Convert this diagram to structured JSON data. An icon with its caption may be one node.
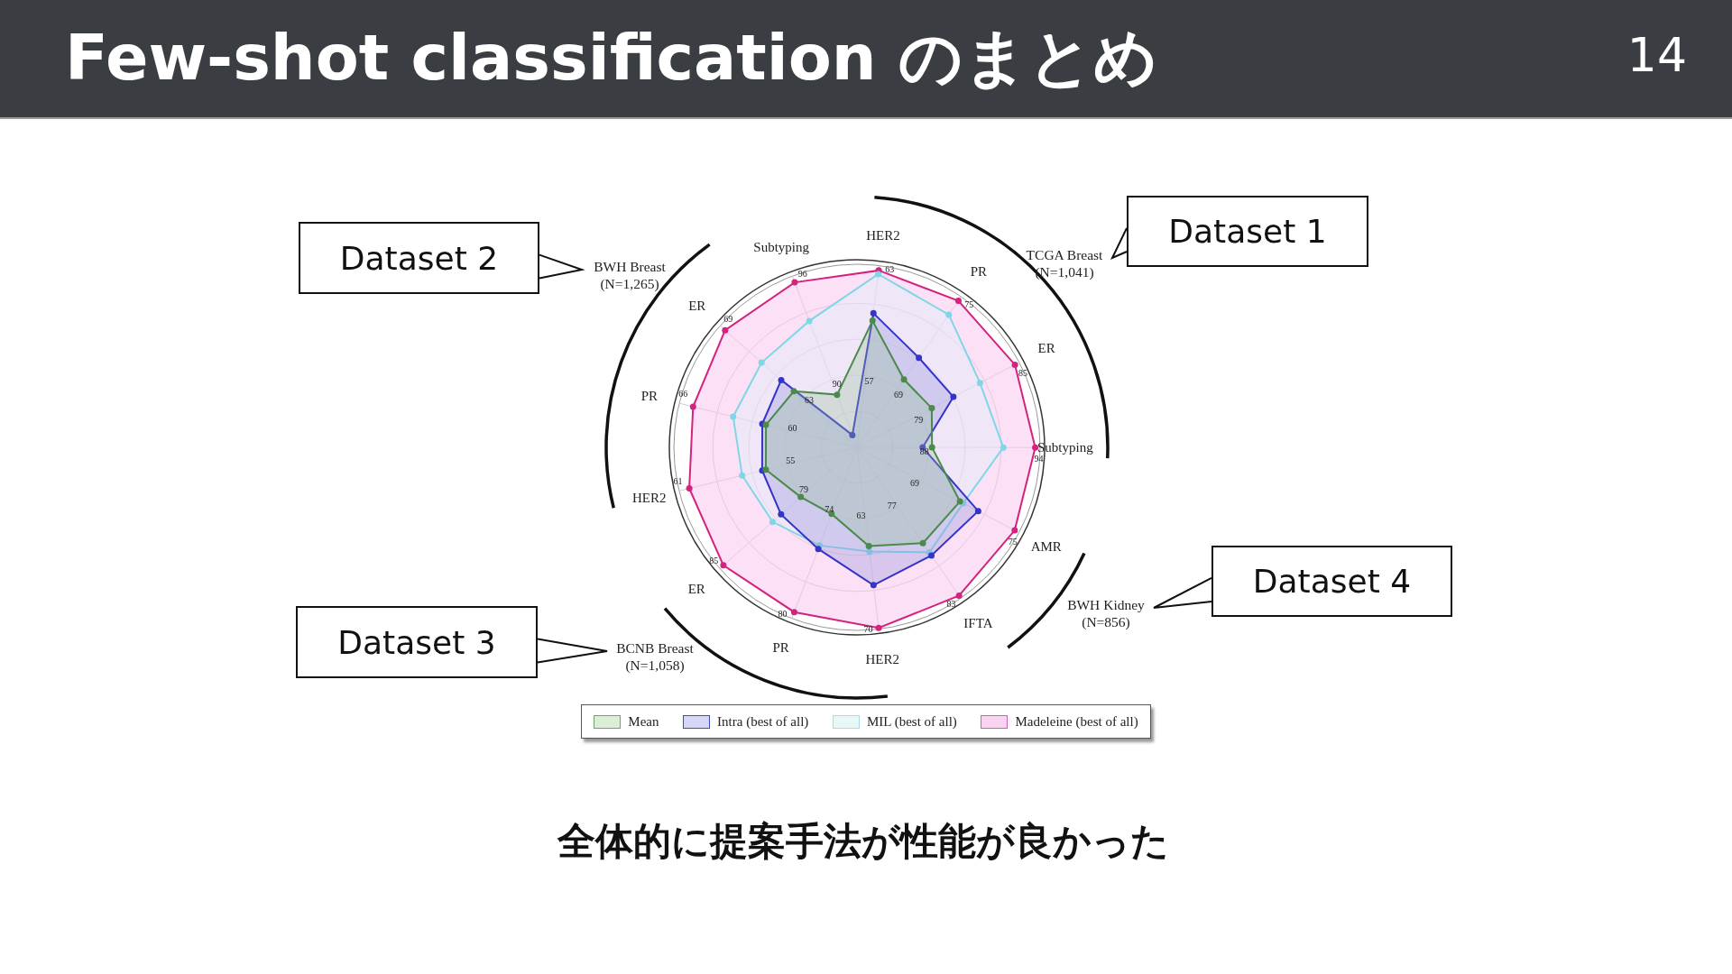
{
  "diagram": {
    "title": "Few-shot classification のまとめ",
    "caption": "全体的に提案手法が性能が良かった",
    "nodes": [
      {
        "text": [
          "Dataset 1"
        ]
      },
      {
        "text": [
          "TCGA Breast (N=1,041)"
        ]
      },
      {
        "text": [
          "Dataset 2"
        ]
      },
      {
        "text": [
          "BWH Breast (N=1,265)"
        ]
      },
      {
        "text": [
          "Dataset 3"
        ]
      },
      {
        "text": [
          "BCNB Breast (N=1,058)"
        ]
      },
      {
        "text": [
          "Dataset 4"
        ]
      },
      {
        "text": [
          "BWH Kidney (N=856)"
        ]
      }
    ],
    "edges": [
      {
        "from": 0,
        "to": 1,
        "arrow": "none"
      },
      {
        "from": 2,
        "to": 3,
        "arrow": "none"
      },
      {
        "from": 4,
        "to": 5,
        "arrow": "none"
      },
      {
        "from": 6,
        "to": 7,
        "arrow": "none"
      }
    ],
    "labels": [
      "14",
      "HER2",
      "PR",
      "ER",
      "Subtyping",
      "AMR",
      "IFTA",
      "HER2",
      "PR",
      "ER",
      "HER2",
      "PR",
      "ER",
      "Subtyping",
      "63",
      "75",
      "85",
      "94",
      "75",
      "83",
      "70",
      "80",
      "85",
      "61",
      "66",
      "69",
      "96",
      "57",
      "69",
      "79",
      "88",
      "69",
      "77",
      "63",
      "74",
      "79",
      "55",
      "60",
      "63",
      "90"
    ],
    "legend": [
      {
        "text": "Mean",
        "color": "#dcefd6"
      },
      {
        "text": "Intra (best of all)",
        "color": "#d6d6f6"
      },
      {
        "text": "MIL (best of all)",
        "color": "#e8f8fa"
      },
      {
        "text": "Madeleine (best of all)",
        "color": "#fad4f1"
      }
    ]
  }
}
